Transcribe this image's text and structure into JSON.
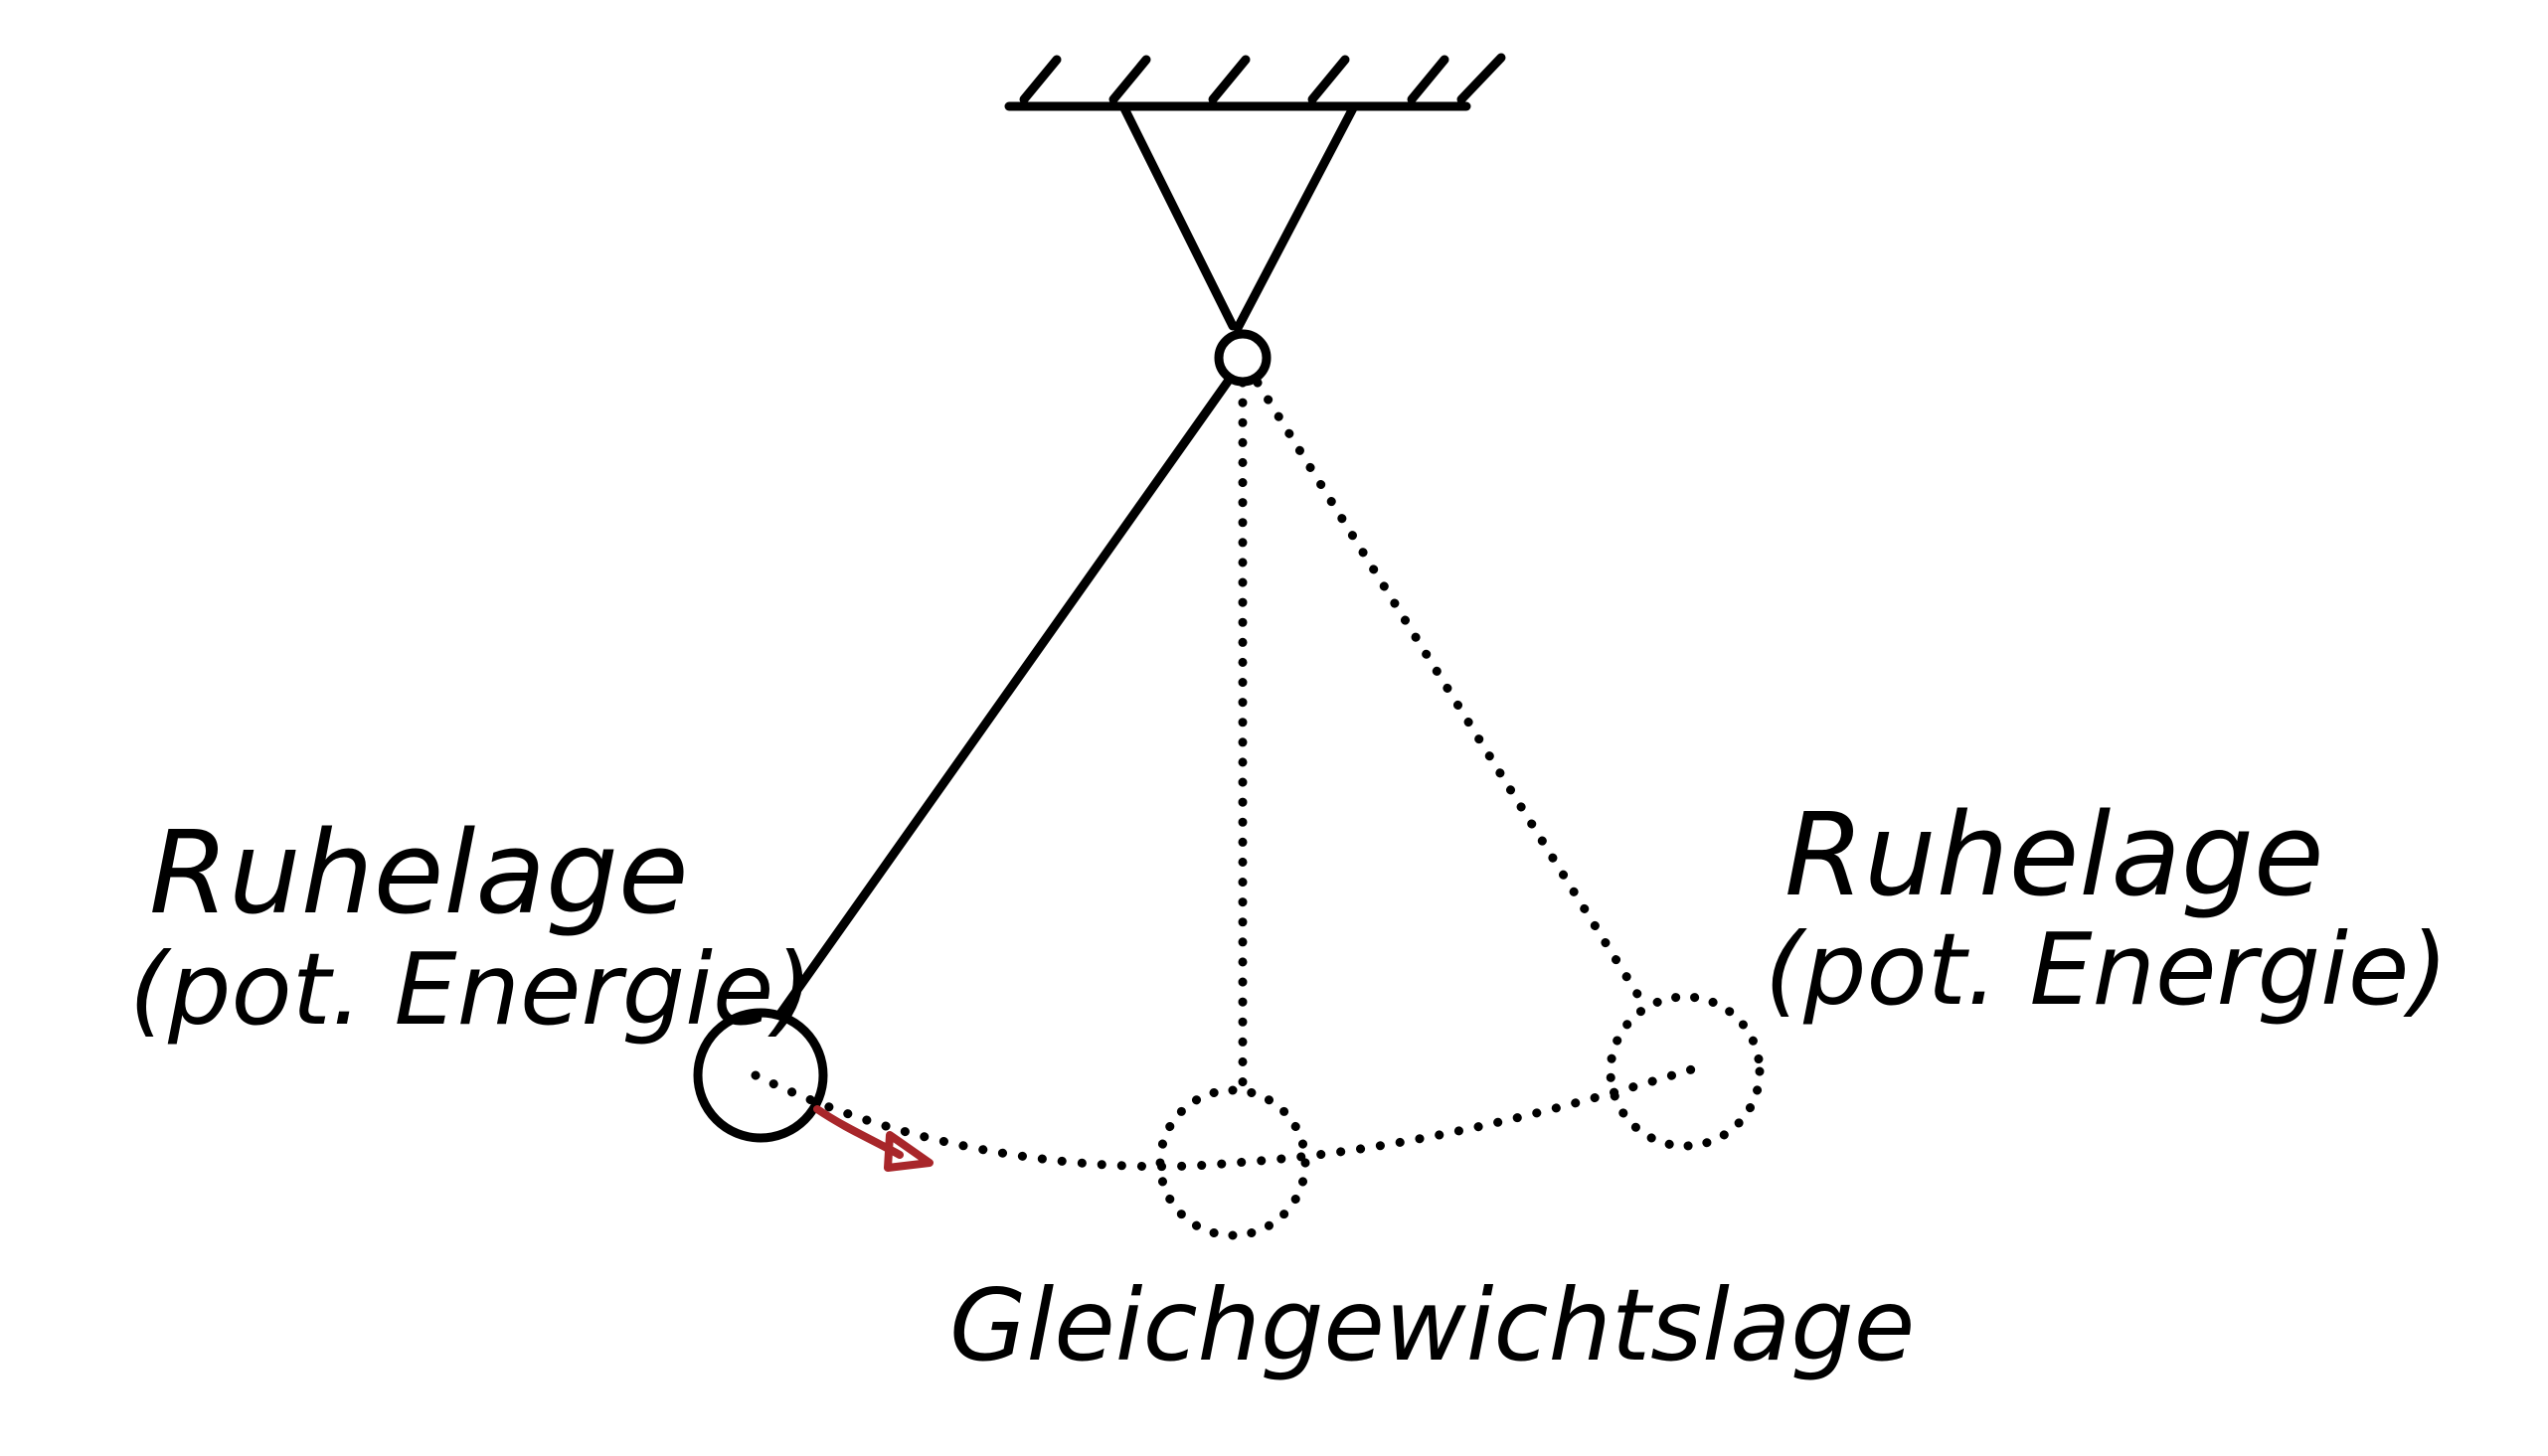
{
  "labels": {
    "left_line1": "Ruhelage",
    "left_line2": "(pot. Energie)",
    "right_line1": "Ruhelage",
    "right_line2": "(pot. Energie)",
    "bottom": "Gleichgewichtslage"
  },
  "colors": {
    "ink": "#000000",
    "arrow": "#a8262a",
    "background": "#ffffff"
  }
}
